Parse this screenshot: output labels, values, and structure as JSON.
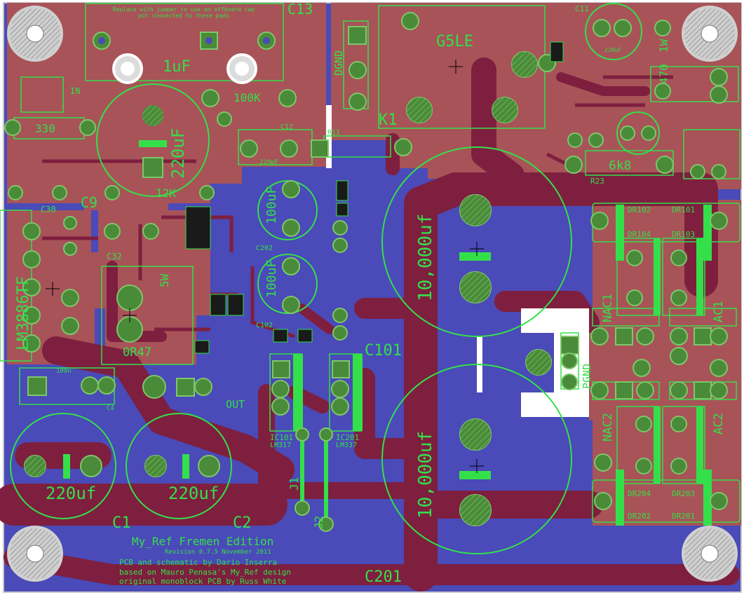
{
  "colors": {
    "board_bg": "#ffffff",
    "top_copper": "#a85358",
    "bottom_copper": "#4a4ab8",
    "trace": "#7e1f3f",
    "silkscreen": "#33e04a",
    "pad": "#4a8b3a"
  },
  "notes": {
    "cap_note_line1": "Replace with jumper to use an offboard cap",
    "cap_note_line2": "pot connected to these pads"
  },
  "labels": {
    "c13": "C13",
    "c1uf": "1uF",
    "in_label": "IN",
    "r100k": "100K",
    "r330": "330",
    "c220uf_top": "220uF",
    "c12": "C12",
    "c220pf": "220pF",
    "r11": "R11",
    "r12k": "12K",
    "c9": "C9",
    "c30": "C30",
    "c32": "C32",
    "lm3886": "LM3886TF",
    "r5w": "5W",
    "r0r47": "0R47",
    "out": "OUT",
    "c100n": "100n",
    "c4": "C4",
    "c220uf_a": "220uf",
    "c220uf_b": "220uf",
    "c1_label": "C1",
    "c2_label": "C2",
    "c100uf_a": "100uF",
    "c100uf_b": "100uF",
    "c202": "C202",
    "c102": "C102",
    "ic101": "IC101",
    "lm317": "LM317",
    "ic201": "IC201",
    "lm337": "LM337",
    "j1": "J1",
    "j2": "J2",
    "c101": "C101",
    "c201": "C201",
    "c10000_a": "10,000uf",
    "c10000_b": "10,000uf",
    "dgnd": "DGND",
    "g5le": "G5LE",
    "k1": "K1",
    "c11": "C11",
    "c220uf_small": "220uF",
    "r470": "470",
    "r1w": "1W",
    "r6k8": "6k8",
    "r23": "R23",
    "pgnd": "PGND",
    "nac1": "NAC1",
    "ac1": "AC1",
    "nac2": "NAC2",
    "ac2": "AC2",
    "dr102": "DR102",
    "dr101": "DR101",
    "dr104": "DR104",
    "dr103": "DR103",
    "dr204": "DR204",
    "dr203": "DR203",
    "dr202": "DR202",
    "dr201": "DR201"
  },
  "credits": {
    "title": "My_Ref Fremen Edition",
    "revision": "Revision 0.7.5 November 2011",
    "line1": "PCB and schematic by Dario Inserra",
    "line2": "based on Mauro Penasa's My_Ref design",
    "line3": "original monoblock PCB by Russ White"
  }
}
